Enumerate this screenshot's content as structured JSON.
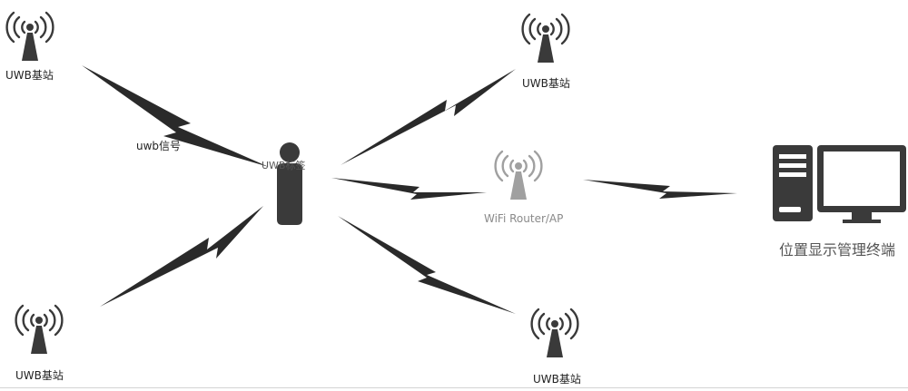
{
  "stations": [
    {
      "id": "tl",
      "label": "UWB基站",
      "icon": "antenna-icon"
    },
    {
      "id": "tr",
      "label": "UWB基站",
      "icon": "antenna-icon"
    },
    {
      "id": "bl",
      "label": "UWB基站",
      "icon": "antenna-icon"
    },
    {
      "id": "br",
      "label": "UWB基站",
      "icon": "antenna-icon"
    }
  ],
  "tag": {
    "label": "UWB标签",
    "icon": "person-icon"
  },
  "signal_label": "uwb信号",
  "router": {
    "label": "WiFi Router/AP",
    "icon": "wifi-antenna-icon"
  },
  "terminal": {
    "label": "位置显示管理终端",
    "icon": "computer-icon"
  },
  "colors": {
    "dark": "#3a3a3a",
    "router": "#9a9a9a",
    "line": "#2a2a2a"
  }
}
